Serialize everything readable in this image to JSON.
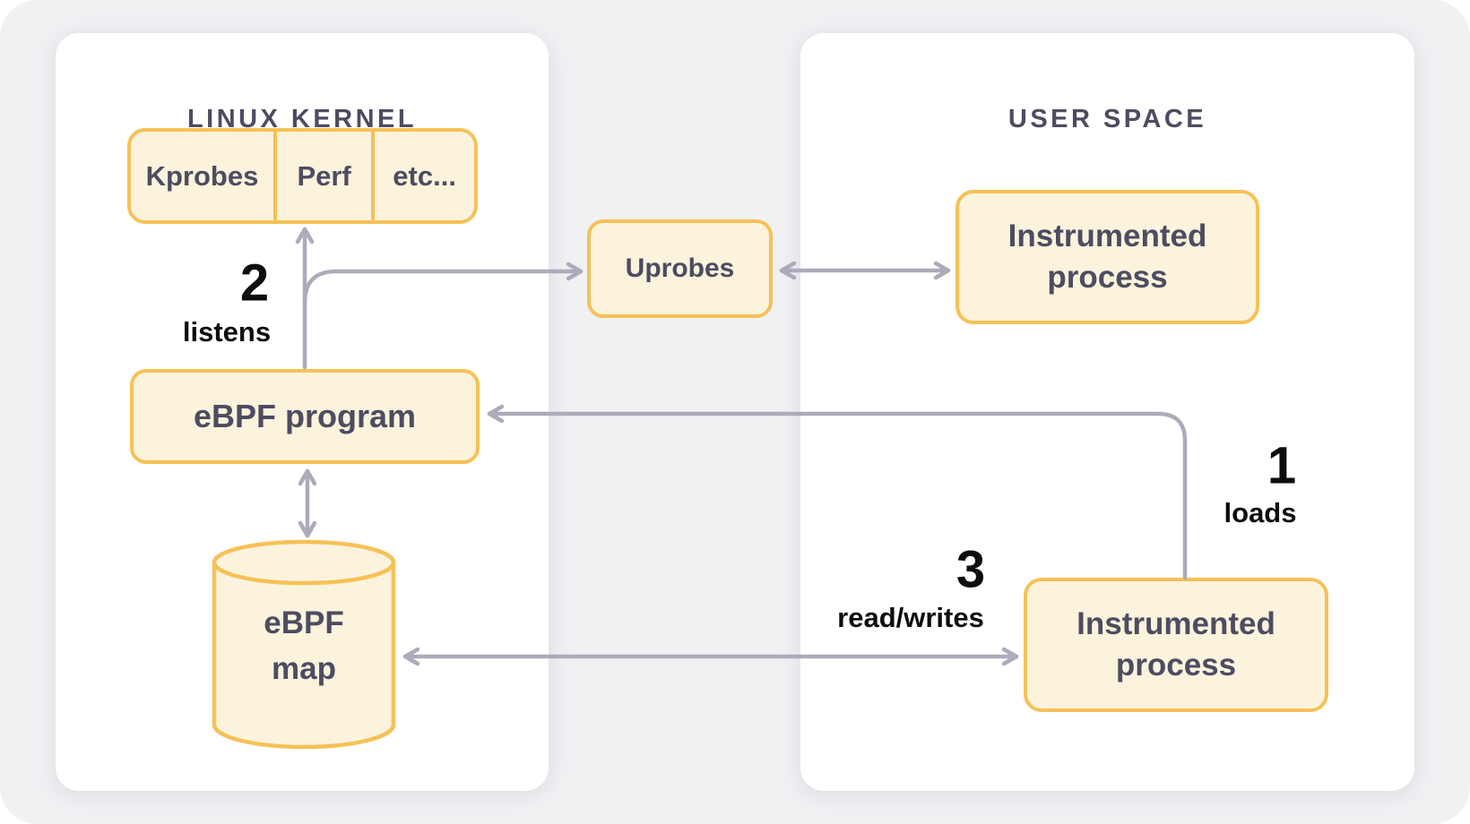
{
  "meta": {
    "colors": {
      "background": "#f1f1f4",
      "panel": "#ffffff",
      "box_border": "#f6c156",
      "box_fill": "#fcf3dd",
      "box_text": "#4d4c61",
      "arrow": "#acabbb",
      "annotation_text": "#0d0d0f"
    }
  },
  "kernel_panel": {
    "title": "LINUX KERNEL",
    "probes": {
      "items": [
        "Kprobes",
        "Perf",
        "etc..."
      ]
    },
    "ebpf_program": {
      "label": "eBPF program"
    },
    "ebpf_map": {
      "line1": "eBPF",
      "line2": "map"
    }
  },
  "user_panel": {
    "title": "USER SPACE",
    "instrumented_top": {
      "line1": "Instrumented",
      "line2": "process"
    },
    "instrumented_bottom": {
      "line1": "Instrumented",
      "line2": "process"
    }
  },
  "gap": {
    "uprobes": {
      "label": "Uprobes"
    }
  },
  "annotations": {
    "step1": {
      "number": "1",
      "label": "loads"
    },
    "step2": {
      "number": "2",
      "label": "listens"
    },
    "step3": {
      "number": "3",
      "label": "read/writes"
    }
  }
}
